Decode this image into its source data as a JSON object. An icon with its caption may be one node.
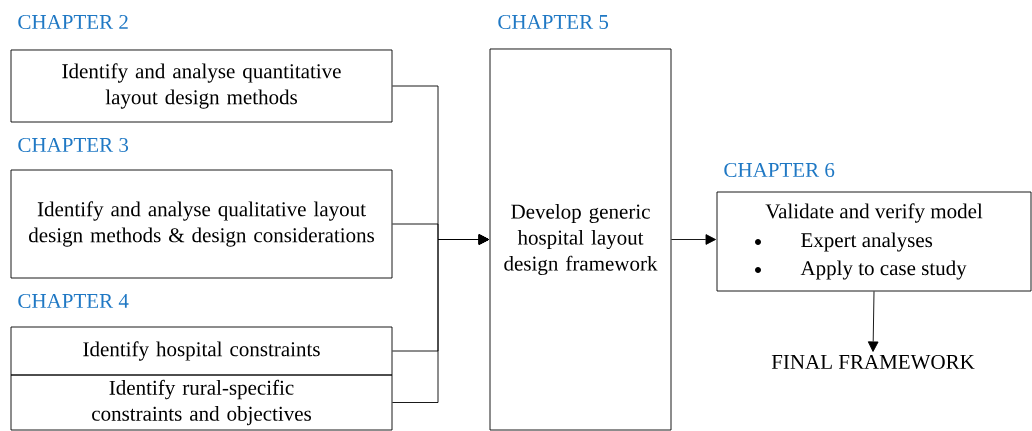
{
  "diagram": {
    "nodes": [
      {
        "text": [
          "CHAPTER 2",
          "Identify and analyse quantitative layout design methods"
        ]
      },
      {
        "text": [
          "CHAPTER 3",
          "Identify and analyse qualitative layout design methods & design considerations"
        ]
      },
      {
        "text": [
          "CHAPTER 4",
          "Identify hospital constraints"
        ]
      },
      {
        "text": [
          "Identify rural-specific constraints and objectives"
        ]
      },
      {
        "text": [
          "CHAPTER 5",
          "Develop generic hospital layout design framework"
        ]
      },
      {
        "text": [
          "CHAPTER 6",
          "Validate and verify model",
          "Expert analyses",
          "Apply to case study"
        ]
      },
      {
        "text": [
          "FINAL FRAMEWORK"
        ]
      }
    ],
    "edges": [
      {
        "from": 0,
        "to": 4,
        "arrow": "to"
      },
      {
        "from": 1,
        "to": 4,
        "arrow": "to"
      },
      {
        "from": 2,
        "to": 4,
        "arrow": "to"
      },
      {
        "from": 3,
        "to": 4,
        "arrow": "to"
      },
      {
        "from": 4,
        "to": 5,
        "arrow": "to"
      },
      {
        "from": 5,
        "to": 6,
        "arrow": "to"
      }
    ]
  }
}
